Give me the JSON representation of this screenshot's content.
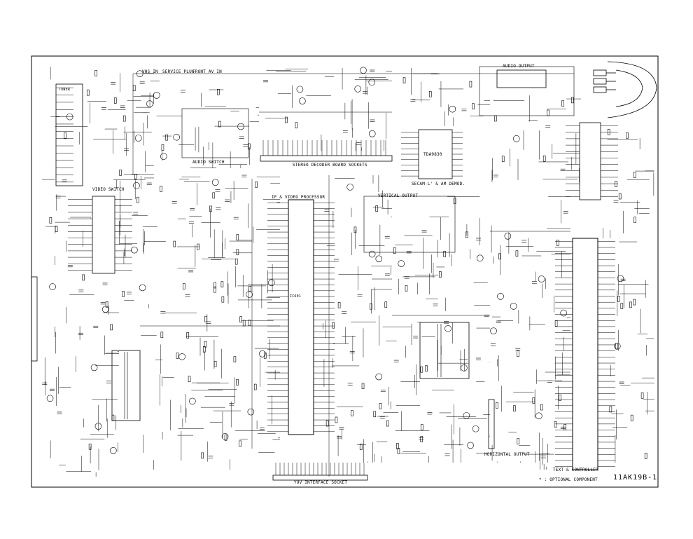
{
  "schematic": {
    "sheet_code": "11AK19B-1",
    "footnote": "* : OPTIONAL COMPONENT",
    "blocks": {
      "vhs_in": "VHS IN",
      "service_plug": "SERVICE PLUG",
      "front_av_in": "FRONT AV IN",
      "audio_output": "AUDIO OUTPUT",
      "audio_switch": "AUDIO SWITCH",
      "stereo_decoder": "STEREO DECODER BOARD SOCKETS",
      "video_switch": "VIDEO SWITCH",
      "if_video": "IF & VIDEO PROCESSOR",
      "vertical_output": "VERTICAL OUTPUT",
      "secam": "SECAM-L' & AM DEMOD.",
      "horizontal_output": "HORIZONTAL OUTPUT",
      "yuv_socket": "YUV INTERFACE SOCKET",
      "text_controller": "TEXT & CONTROLLER"
    },
    "chips": {
      "tda": "TDA9830",
      "tuner": "TUNER",
      "main_ic": "IC601"
    }
  },
  "colors": {
    "ink": "#000000",
    "paper": "#ffffff"
  }
}
